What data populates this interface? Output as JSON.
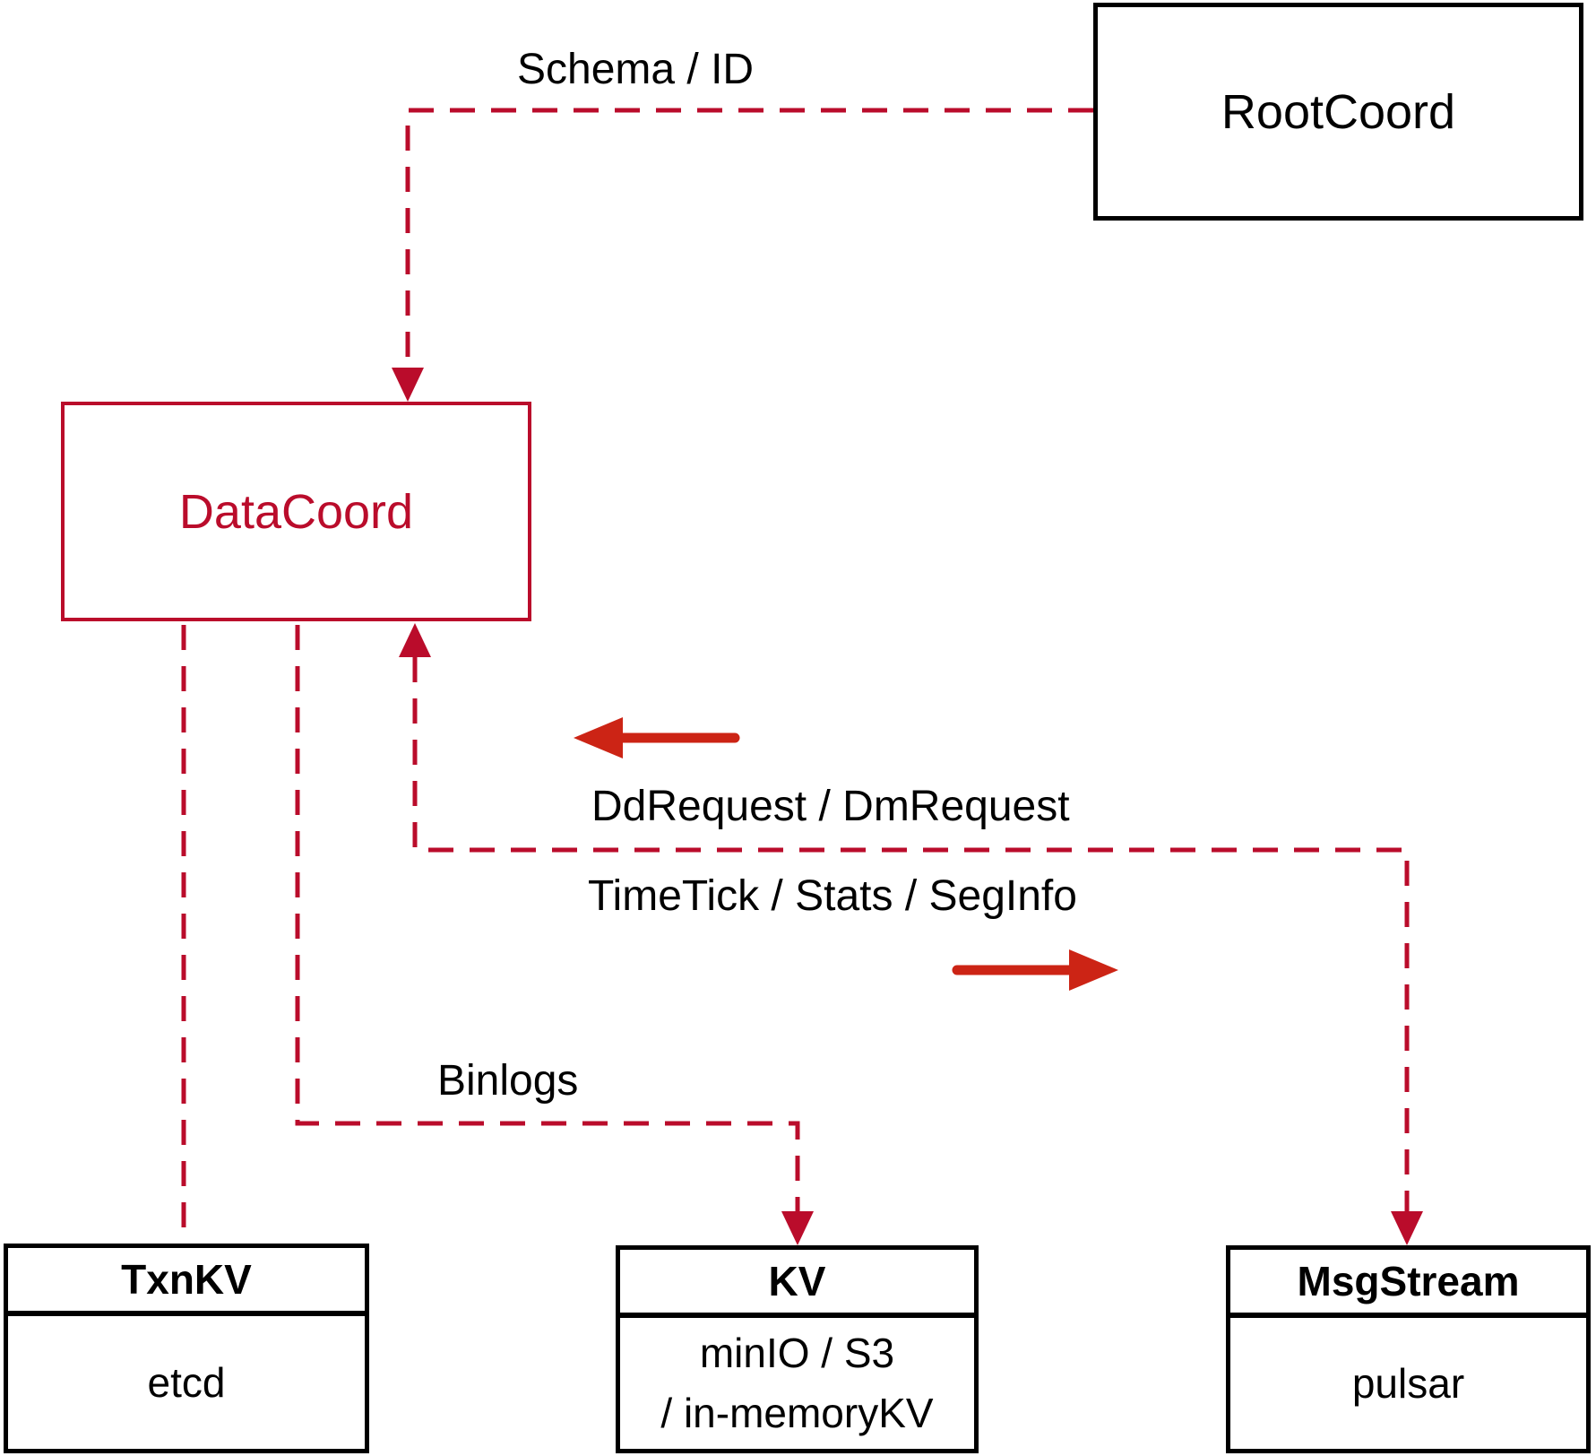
{
  "diagram": {
    "nodes": {
      "rootcoord": {
        "label": "RootCoord"
      },
      "datacoord": {
        "label": "DataCoord"
      },
      "txnkv": {
        "title": "TxnKV",
        "body": "etcd"
      },
      "kv": {
        "title": "KV",
        "body_line1": "minIO / S3",
        "body_line2": "/ in-memoryKV"
      },
      "msgstream": {
        "title": "MsgStream",
        "body": "pulsar"
      }
    },
    "edges": {
      "schema_id": "Schema / ID",
      "dd_dm_request": "DdRequest / DmRequest",
      "timetick_stats_seginfo": "TimeTick / Stats / SegInfo",
      "binlogs": "Binlogs"
    },
    "colors": {
      "crimson": "#ba0c2b",
      "arrow_red": "#cc2415",
      "box_border_black": "#000000"
    }
  }
}
